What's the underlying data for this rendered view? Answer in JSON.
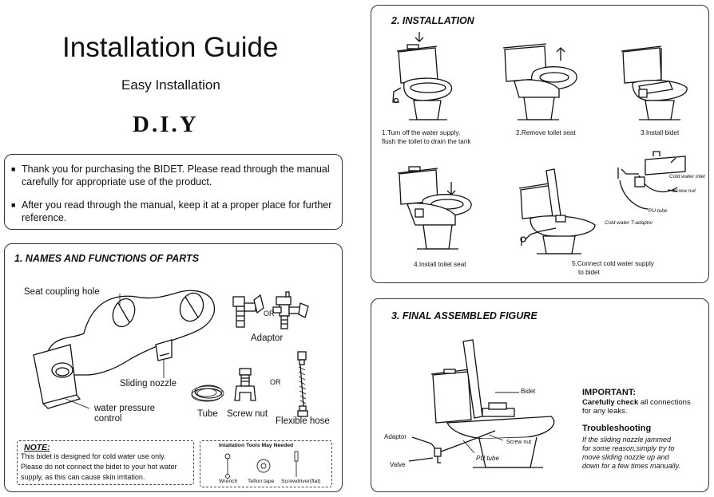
{
  "header": {
    "title": "Installation Guide",
    "subtitle": "Easy Installation",
    "diy": "D.I.Y"
  },
  "intro": {
    "bullet1": "Thank you for purchasing the BIDET. Please read through the manual carefully for appropriate use of the product.",
    "bullet2": "After you read through the manual, keep it at a proper place for further reference."
  },
  "parts": {
    "title": "1. NAMES AND FUNCTIONS OF PARTS",
    "seat_coupling_hole": "Seat coupling hole",
    "sliding_nozzle": "Sliding nozzle",
    "water_pressure_1": "water pressure",
    "water_pressure_2": "control",
    "or1": "OR",
    "adaptor": "Adaptor",
    "or2": "OR",
    "tube": "Tube",
    "screw_nut": "Screw nut",
    "flexible_hose": "Flexible hose"
  },
  "note": {
    "heading": "NOTE:",
    "line1": "This bidet is designed for cold water use only.",
    "line2": "Please do not connect the bidet to your hot water",
    "line3": "supply, as this can cause skin irritation."
  },
  "tools": {
    "heading": "Intallation Tools May Needed",
    "items": [
      "Wrench",
      "Teflon tape",
      "Screwdriver(flat)"
    ]
  },
  "installation": {
    "title": "2. INSTALLATION",
    "step1_line1": "1.Turn off the water supply,",
    "step1_line2": "flush the toilet to drain the tank",
    "step2": "2.Remove  toilet seat",
    "step3": "3.Install bidet",
    "step4": "4.Install toilet seat",
    "step5_line1": "5.Connect cold water supply",
    "step5_line2": "to bidet",
    "labels": {
      "cold_water_inlet": "Cold water inlet",
      "screw_nut": "Screw nut",
      "pu_tube": "PU tube",
      "t_adaptor": "Cold water T-adaptor"
    }
  },
  "final": {
    "title": "3. FINAL ASSEMBLED FIGURE",
    "labels": {
      "bidet": "Bidet",
      "adaptor": "Adaptor",
      "screw_nut": "Screw nut",
      "valve": "Valve",
      "pu_tube": "PU tube"
    },
    "important_heading": "IMPORTANT:",
    "important_bold": "Carefully check",
    "important_rest": " all connections",
    "important_line2": "for any leaks.",
    "troubleshooting_heading": "Troubleshooting",
    "tr_line1": "If the sliding nozzle jammed",
    "tr_line2": "for some reason,simply try to",
    "tr_line3": "move sliding nozzle up and",
    "tr_line4": "down for a few times manually."
  }
}
